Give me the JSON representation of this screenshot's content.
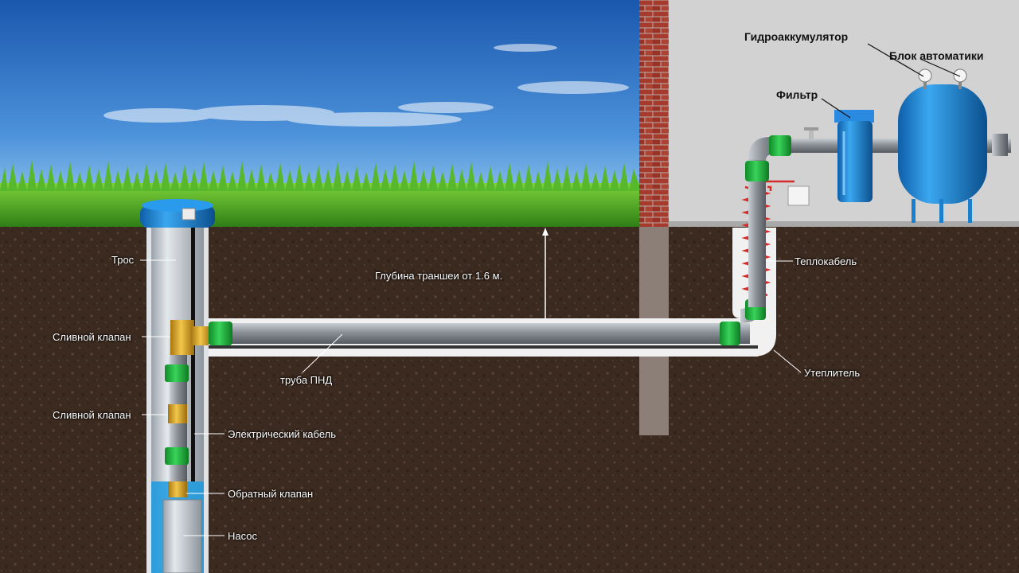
{
  "labels": {
    "rope": "Трос",
    "drain_valve_1": "Сливной клапан",
    "drain_valve_2": "Сливной клапан",
    "electric_cable": "Электрический кабель",
    "check_valve": "Обратный клапан",
    "pump": "Насос",
    "trench_depth": "Глубина траншеи от 1.6 м.",
    "hdpe_pipe": "труба ПНД",
    "heating_cable": "Теплокабель",
    "insulation": "Утеплитель",
    "filter": "Фильтр",
    "accumulator": "Гидроаккумулятор",
    "automation_unit": "Блок автоматики"
  },
  "colors": {
    "sky_top": "#1f5fb8",
    "sky_bottom": "#8fc4ee",
    "grass": "#3c9a1c",
    "soil": "#3b2a20",
    "wall_brick": "#a43a2e",
    "house_interior": "#d2d2d2",
    "pipe": "#8a9096",
    "fitting_green": "#22b03c",
    "brass": "#d7a526",
    "tank_blue": "#1f8ad6",
    "heating_cable": "#d42a2a",
    "insulation": "#f2f2f2"
  }
}
